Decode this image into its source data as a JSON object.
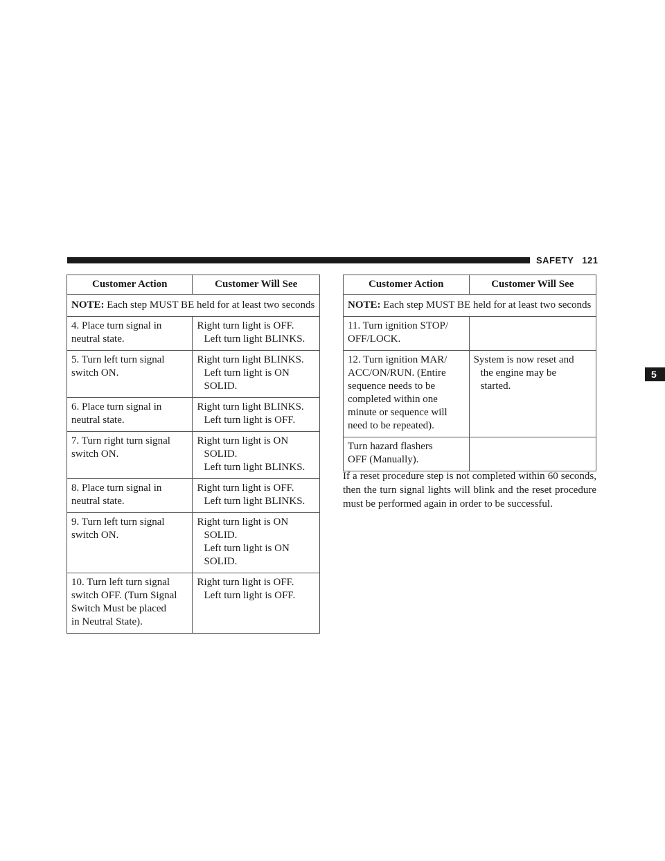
{
  "header": {
    "section": "SAFETY",
    "page_number": "121"
  },
  "chapter_tab": "5",
  "left_table": {
    "headers": [
      "Customer Action",
      "Customer Will See"
    ],
    "note_label": "NOTE:",
    "note_text": " Each step MUST BE held for at least two seconds",
    "rows": [
      {
        "action": [
          "4. Place turn signal in",
          "neutral state."
        ],
        "see": [
          "Right turn light is OFF.",
          "Left turn light BLINKS."
        ]
      },
      {
        "action": [
          "5. Turn left turn signal",
          "switch ON."
        ],
        "see": [
          "Right turn light BLINKS.",
          "Left turn light is ON",
          "SOLID."
        ]
      },
      {
        "action": [
          "6. Place turn signal in",
          "neutral state."
        ],
        "see": [
          "Right turn light BLINKS.",
          "Left turn light is OFF."
        ]
      },
      {
        "action": [
          "7. Turn right turn signal",
          "switch ON."
        ],
        "see": [
          "Right turn light is ON",
          "SOLID.",
          "Left turn light BLINKS."
        ]
      },
      {
        "action": [
          "8. Place turn signal in",
          "neutral state."
        ],
        "see": [
          "Right turn light is OFF.",
          "Left turn light BLINKS."
        ]
      },
      {
        "action": [
          "9. Turn left turn signal",
          "switch ON."
        ],
        "see": [
          "Right turn light is ON",
          "SOLID.",
          "Left turn light is ON",
          "SOLID."
        ]
      },
      {
        "action": [
          "10. Turn left turn signal",
          "switch OFF. (Turn Signal",
          "Switch Must be placed",
          "in Neutral State)."
        ],
        "see": [
          "Right turn light is OFF.",
          "Left turn light is OFF."
        ]
      }
    ]
  },
  "right_table": {
    "headers": [
      "Customer Action",
      "Customer Will See"
    ],
    "note_label": "NOTE:",
    "note_text": " Each step MUST BE held for at least two seconds",
    "rows": [
      {
        "action": [
          "11. Turn ignition STOP/",
          "OFF/LOCK."
        ],
        "see": []
      },
      {
        "action": [
          "12. Turn ignition MAR/",
          "ACC/ON/RUN. (Entire",
          "sequence needs to be",
          "completed within one",
          "minute or sequence will",
          "need to be repeated)."
        ],
        "see": [
          "System is now reset and",
          "the engine may be",
          "started."
        ]
      },
      {
        "action": [
          "Turn hazard flashers",
          "OFF (Manually)."
        ],
        "see": []
      }
    ]
  },
  "paragraph": "If a reset procedure step is not completed within 60 seconds, then the turn signal lights will blink and the reset procedure must be performed again in order to be successful."
}
